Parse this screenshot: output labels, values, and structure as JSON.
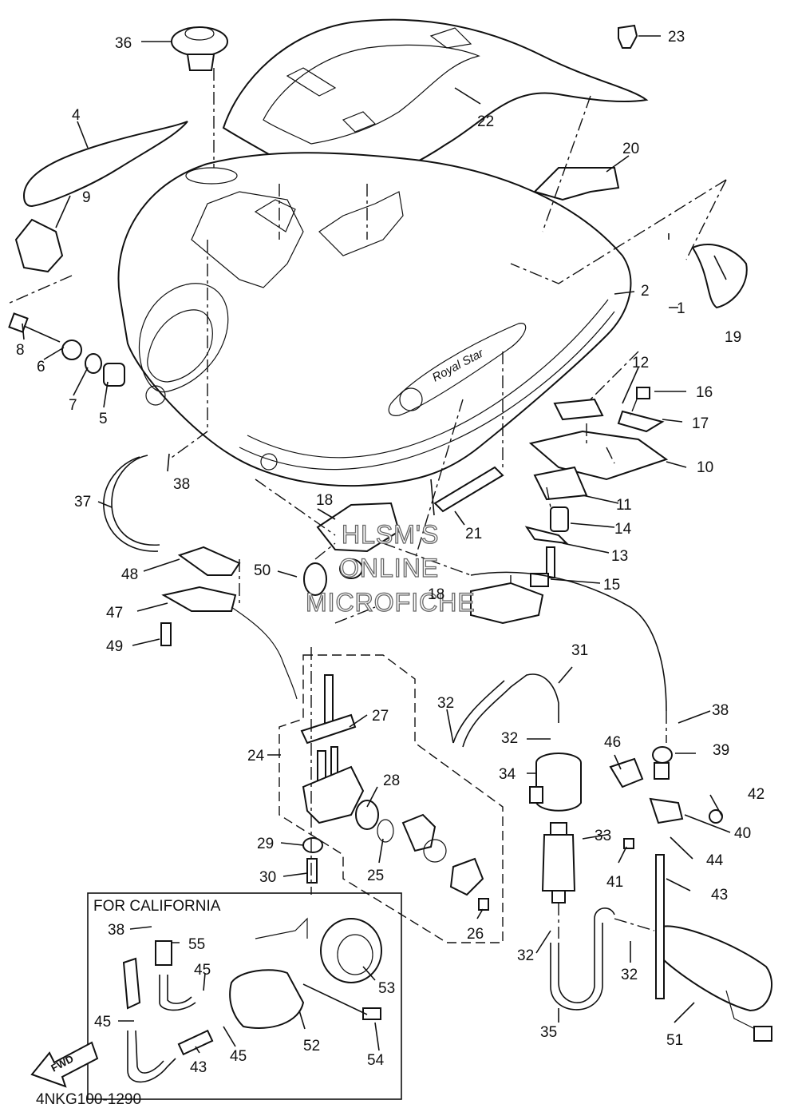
{
  "diagram": {
    "watermark": [
      "HLSM'S",
      "ONLINE",
      "MICROFICHE"
    ],
    "california_box_label": "FOR CALIFORNIA",
    "fwd_label": "FWD",
    "footer_code": "4NKG100-1290",
    "tank_emblem": "Royal Star",
    "callouts": [
      "1",
      "2",
      "4",
      "5",
      "6",
      "7",
      "8",
      "9",
      "10",
      "11",
      "12",
      "13",
      "14",
      "15",
      "16",
      "17",
      "18",
      "18",
      "19",
      "20",
      "21",
      "22",
      "23",
      "24",
      "25",
      "26",
      "27",
      "28",
      "29",
      "30",
      "31",
      "32",
      "32",
      "32",
      "32",
      "32",
      "33",
      "34",
      "35",
      "36",
      "37",
      "38",
      "38",
      "38",
      "39",
      "40",
      "41",
      "42",
      "43",
      "43",
      "44",
      "45",
      "45",
      "45",
      "46",
      "47",
      "48",
      "49",
      "50",
      "51",
      "52",
      "53",
      "54",
      "55"
    ]
  }
}
